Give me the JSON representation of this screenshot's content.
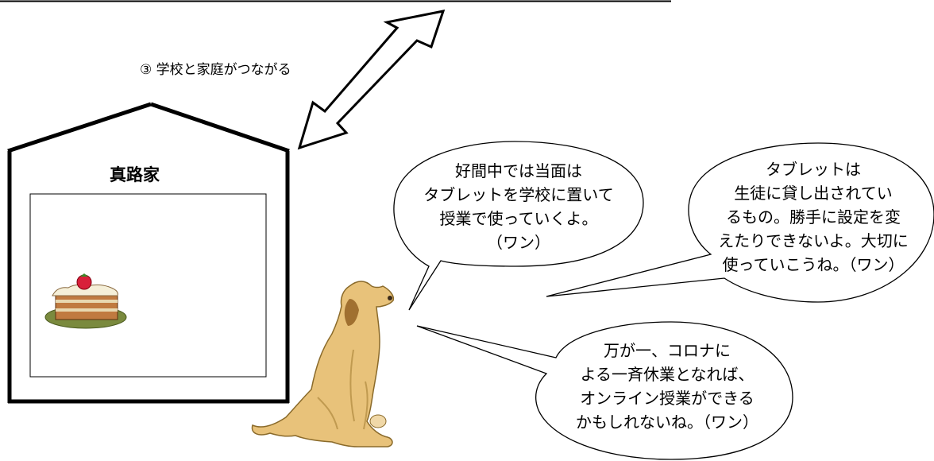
{
  "caption": "③ 学校と家庭がつながる",
  "house": {
    "name": "真路家"
  },
  "bubbles": {
    "b1": {
      "lines": [
        "好間中では当面は",
        "タブレットを学校に置いて",
        "授業で使っていくよ。",
        "（ワン）"
      ]
    },
    "b2": {
      "lines": [
        "タブレットは",
        "生徒に貸し出されてい",
        "るもの。勝手に設定を変",
        "えたりできないよ。大切に",
        "使っていこうね。（ワン）"
      ]
    },
    "b3": {
      "lines": [
        "万が一、コロナに",
        "よる一斉休業となれば、",
        "オンライン授業ができる",
        "かもしれないね。（ワン）"
      ]
    }
  },
  "icons": {
    "arrow": "double-headed-arrow",
    "cake": "cake-icon",
    "dog": "dog-illustration"
  }
}
